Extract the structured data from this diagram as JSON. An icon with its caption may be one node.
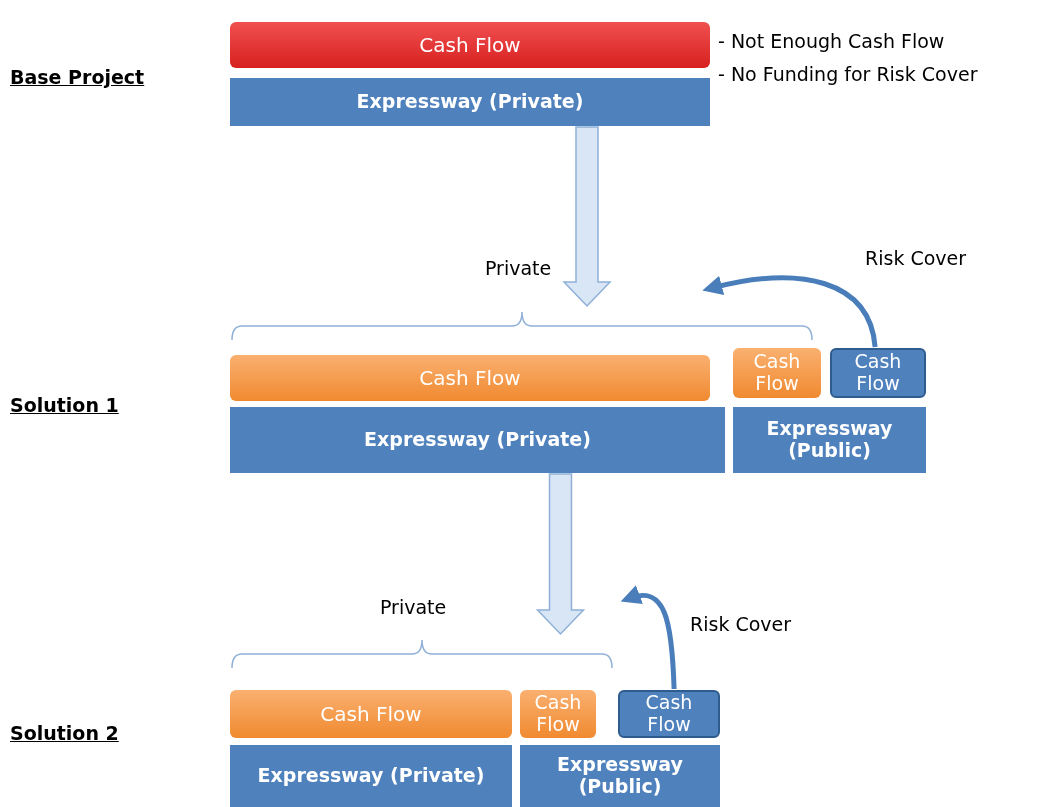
{
  "diagram": {
    "nodes": [
      {
        "text": [
          "Cash Flow"
        ]
      },
      {
        "text": [
          "Expressway (Private)"
        ]
      },
      {
        "text": [
          "Cash Flow"
        ]
      },
      {
        "text": [
          "Expressway (Private)"
        ]
      },
      {
        "text": [
          "Cash Flow"
        ]
      },
      {
        "text": [
          "Cash Flow"
        ]
      },
      {
        "text": [
          "Expressway (Public)"
        ]
      },
      {
        "text": [
          "Cash Flow"
        ]
      },
      {
        "text": [
          "Expressway (Private)"
        ]
      },
      {
        "text": [
          "Cash Flow"
        ]
      },
      {
        "text": [
          "Cash Flow"
        ]
      },
      {
        "text": [
          "Expressway (Public)"
        ]
      }
    ],
    "edges": [
      {
        "from": 1,
        "to": 2,
        "arrow": "to",
        "style": "thick"
      },
      {
        "from": 5,
        "to": null,
        "arrow": "to",
        "label": "Risk Cover"
      },
      {
        "from": 3,
        "to": 7,
        "arrow": "to",
        "style": "thick"
      },
      {
        "from": 10,
        "to": null,
        "arrow": "to",
        "label": "Risk Cover"
      }
    ],
    "labels": [
      "Base Project",
      "- Not Enough Cash Flow",
      "- No Funding for Risk Cover",
      "Private",
      "Solution 1",
      "Private",
      "Solution 2"
    ]
  }
}
